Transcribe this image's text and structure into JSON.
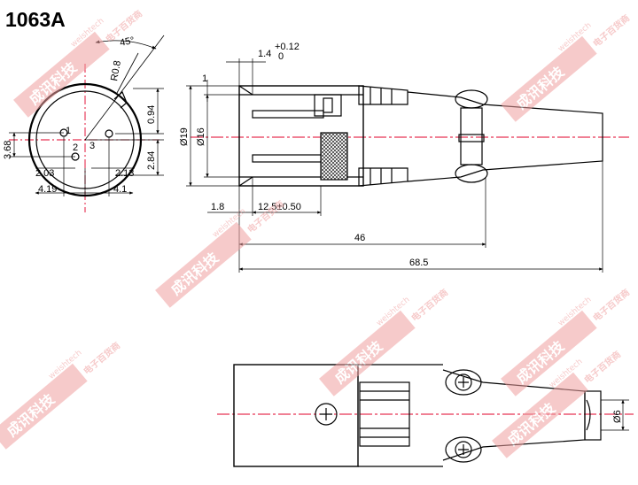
{
  "model": "1063A",
  "front_view": {
    "angle_label": "45°",
    "radius_label": "R0.8",
    "pin_labels": [
      "1",
      "2",
      "3"
    ],
    "dims": {
      "d1": "0.94",
      "d2": "2.84",
      "d3": "3.68",
      "d4": "2.03",
      "d5": "2.13",
      "d6": "4.19",
      "d7": "4.1"
    }
  },
  "side_view": {
    "tol_main": "1.4",
    "tol_upper": "+0.12",
    "tol_lower": "0",
    "dia_outer": "Ø19",
    "dia_inner": "Ø16",
    "gap": "1.8",
    "pin_len": "12.5±0.50",
    "len_46": "46",
    "len_total": "68.5",
    "top_small": "1"
  },
  "bottom_view": {
    "cable_dia": "Ø6"
  },
  "watermark": {
    "brand_cn": "成讯科技",
    "brand_sub": "电子百货商",
    "brand_en": "weishtech",
    "color": "#f0a0a0"
  },
  "colors": {
    "line": "#000000",
    "center_line": "#e0002a"
  }
}
